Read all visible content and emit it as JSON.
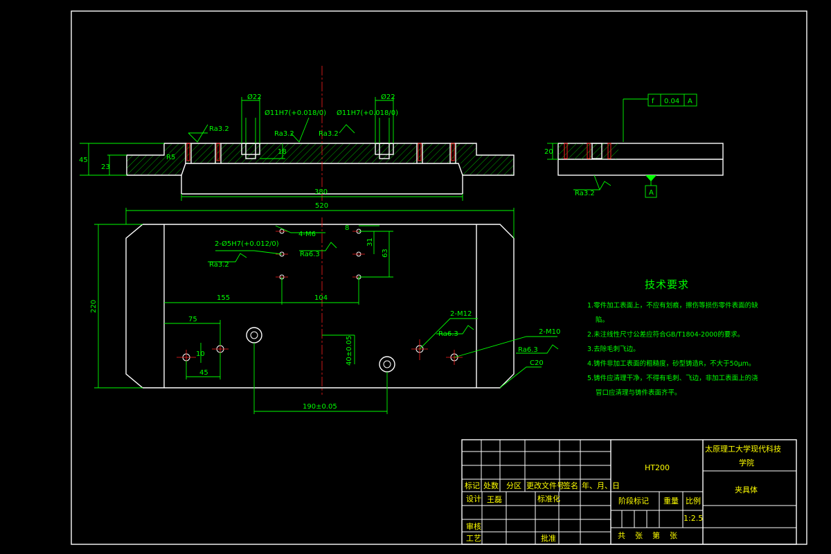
{
  "section_a": {
    "d22_l": "Ø22",
    "d22_r": "Ø22",
    "fit_l": "Ø11H7(+0.018/0)",
    "fit_r": "Ø11H7(+0.018/0)",
    "ra_a": "Ra3.2",
    "ra_b": "Ra3.2",
    "ra_c": "Ra3.2",
    "dim_45": "45",
    "dim_23": "23",
    "dim_18": "18",
    "dim_r5": "R5",
    "dim_380": "380"
  },
  "section_b": {
    "tol_sym": "f",
    "tol_val": "0.04",
    "tol_ref": "A",
    "datum": "A",
    "dim_20": "20",
    "ra": "Ra3.2"
  },
  "plan": {
    "dim_520": "520",
    "dim_220": "220",
    "dim_155": "155",
    "dim_104": "104",
    "dim_8": "8",
    "dim_31": "31",
    "dim_63": "63",
    "dim_75": "75",
    "dim_10": "10",
    "dim_45": "45",
    "dim_40": "40±0.05",
    "dim_190": "190±0.05",
    "pin_holes": "2-Ø5H7(+0.012/0)",
    "m6": "4-M6",
    "m12": "2-M12",
    "m10": "2-M10",
    "ra_a": "Ra3.2",
    "ra_b": "Ra6.3",
    "ra_c": "Ra6.3",
    "ra_d": "Ra6.3",
    "chamfer": "C20"
  },
  "tech": {
    "title": "技术要求",
    "items": [
      "1.零件加工表面上，不应有划痕，擦伤等损伤零件表面的缺",
      "陷。",
      "2.未注线性尺寸公差应符合GB/T1804-2000的要求。",
      "3.去除毛刺飞边。",
      "4.铸件非加工表面的粗糙度，砂型铸造R，不大于50μm。",
      "5.铸件应清理干净，不得有毛刺、飞边，非加工表面上的浇",
      "冒口应清理与铸件表面齐平。"
    ]
  },
  "title_block": {
    "headers": [
      "标记",
      "处数",
      "分区",
      "更改文件号",
      "签名",
      "年、月、日"
    ],
    "design_label": "设计",
    "designer": "王磊",
    "std_label": "标准化",
    "review_label": "审核",
    "process_label": "工艺",
    "approve_label": "批准",
    "material": "HT200",
    "school_1": "太原理工大学现代科技",
    "school_2": "学院",
    "part_name": "夹具体",
    "stage_label": "阶段标记",
    "weight_label": "重量",
    "scale_label": "比例",
    "scale": "1:2.5",
    "sheets": "共    张    第    张"
  }
}
